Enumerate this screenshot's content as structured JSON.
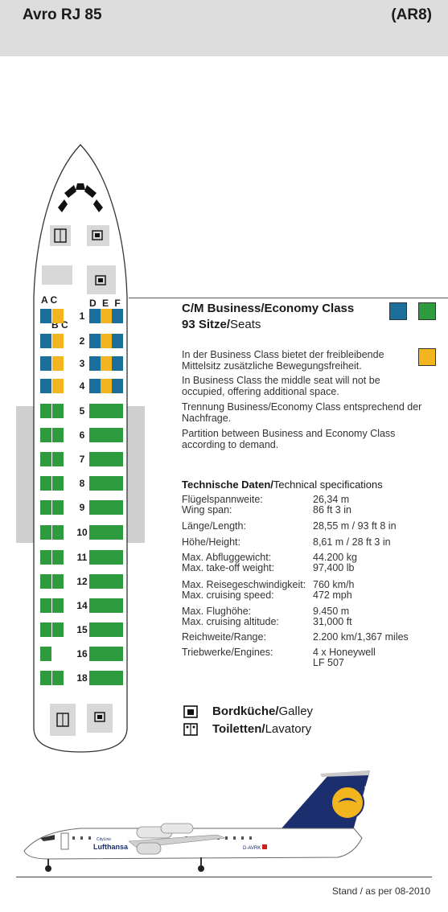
{
  "header": {
    "title": "Avro RJ 85",
    "code": "(AR8)"
  },
  "colors": {
    "business": "#1a6f9c",
    "middle_seat": "#f3b51d",
    "economy": "#2e9b3f",
    "header_bg": "#dddddd"
  },
  "seat_map": {
    "left_columns": "A C",
    "left_columns_alt": "B C",
    "right_columns": "D E F",
    "rows": [
      "1",
      "2",
      "3",
      "4",
      "5",
      "6",
      "7",
      "8",
      "9",
      "10",
      "11",
      "12",
      "14",
      "15",
      "16",
      "18"
    ],
    "icons": [
      "galley-icon",
      "lavatory-icon"
    ]
  },
  "cabin": {
    "title": "C/M Business/Economy Class",
    "seats_bold": "93 Sitze/",
    "seats_rest": "Seats",
    "para1": "In der Business Class bietet der freibleibende Mittelsitz zusätzliche Bewegungsfreiheit.",
    "para2": "In Business Class the middle seat will not be occupied, offering additional space.",
    "para3": "Trennung Business/Economy Class entsprechend der Nachfrage.",
    "para4": "Partition between Business and Economy Class according to demand."
  },
  "tech": {
    "heading_bold": "Technische Daten/",
    "heading_rest": "Technical specifications",
    "specs": [
      {
        "label1": "Flügelspannweite:",
        "label2": "Wing span:",
        "value1": "26,34 m",
        "value2": "86 ft 3 in"
      },
      {
        "label1": "Länge/Length:",
        "label2": "",
        "value1": "28,55 m / 93 ft 8 in",
        "value2": ""
      },
      {
        "label1": "Höhe/Height:",
        "label2": "",
        "value1": "8,61 m / 28 ft 3 in",
        "value2": ""
      },
      {
        "label1": "Max. Abfluggewicht:",
        "label2": "Max. take-off weight:",
        "value1": "44.200 kg",
        "value2": "97,400 lb"
      },
      {
        "label1": "Max. Reisegeschwindigkeit:",
        "label2": "Max. cruising speed:",
        "value1": "760 km/h",
        "value2": "472 mph"
      },
      {
        "label1": "Max. Flughöhe:",
        "label2": "Max. cruising altitude:",
        "value1": "9.450 m",
        "value2": "31,000 ft"
      },
      {
        "label1": "Reichweite/Range:",
        "label2": "",
        "value1": "2.200 km/1,367 miles",
        "value2": ""
      },
      {
        "label1": "Triebwerke/Engines:",
        "label2": "",
        "value1": "4 x Honeywell",
        "value2": "LF 507"
      }
    ]
  },
  "key": {
    "galley_bold": "Bordküche/",
    "galley_rest": "Galley",
    "lavatory_bold": "Toiletten/",
    "lavatory_rest": "Lavatory"
  },
  "aircraft": {
    "brand": "Lufthansa",
    "sub_brand": "CityLine",
    "registration": "D-AVRK",
    "tail_code": "RK"
  },
  "footer": {
    "stand": "Stand / as per 08-2010"
  }
}
